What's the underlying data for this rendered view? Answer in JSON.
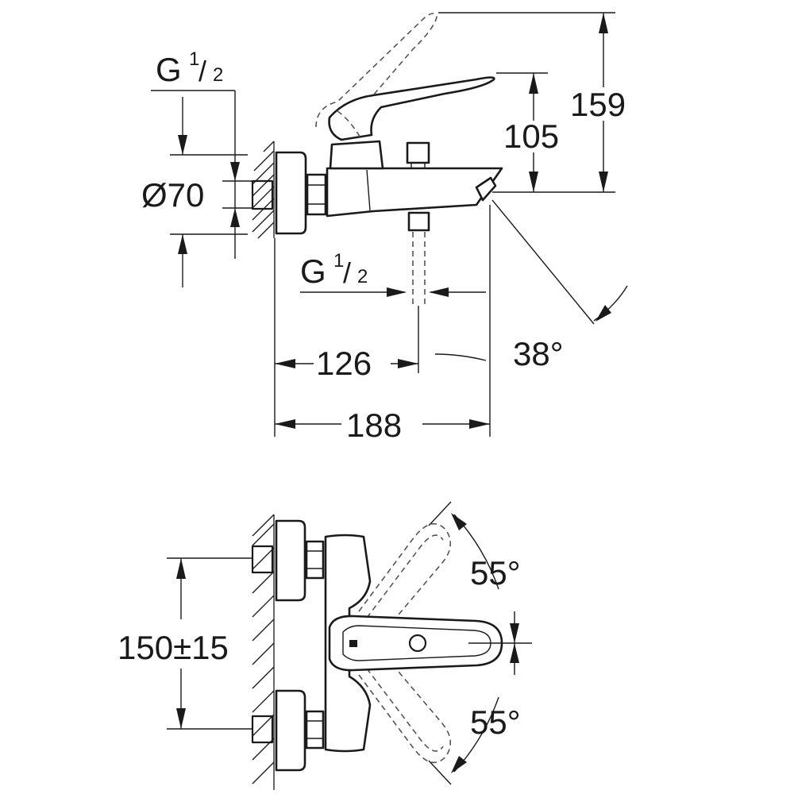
{
  "side_view": {
    "thread_top": {
      "main": "G",
      "fraction_num": "1",
      "fraction_den": "2"
    },
    "diameter": "Ø70",
    "height_handle": "105",
    "height_total": "159",
    "thread_bottom": {
      "main": "G",
      "fraction_num": "1",
      "fraction_den": "2"
    },
    "spout_angle": "38°",
    "depth_outlet": "126",
    "depth_total": "188"
  },
  "top_view": {
    "centers": "150±15",
    "lever_angle_up": "55°",
    "lever_angle_down": "55°"
  }
}
